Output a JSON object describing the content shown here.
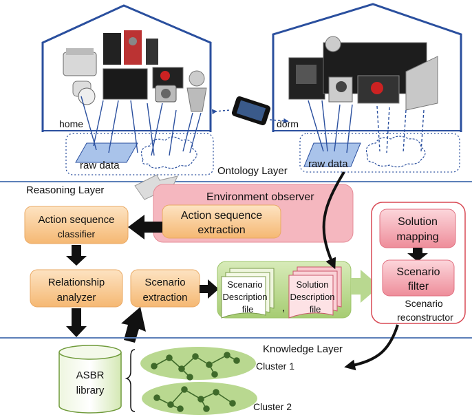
{
  "labels": {
    "home": "home",
    "dorm": "dorm",
    "raw_data_home": "raw data",
    "raw_data_dorm": "raw data",
    "ontology_layer": "Ontology Layer",
    "reasoning_layer": "Reasoning Layer",
    "knowledge_layer": "Knowledge Layer",
    "environment_observer": "Environment observer",
    "action_seq_extraction_line1": "Action sequence",
    "action_seq_extraction_line2": "extraction",
    "action_seq_classifier_line1": "Action sequence",
    "action_seq_classifier_line2": "classifier",
    "relationship_analyzer_line1": "Relationship",
    "relationship_analyzer_line2": "analyzer",
    "scenario_extraction_line1": "Scenario",
    "scenario_extraction_line2": "extraction",
    "scenario_desc_line1": "Scenario",
    "scenario_desc_line2": "Description",
    "scenario_desc_line3": "file",
    "comma": ",",
    "solution_desc_line1": "Solution",
    "solution_desc_line2": "Description",
    "solution_desc_line3": "file",
    "solution_mapping_line1": "Solution",
    "solution_mapping_line2": "mapping",
    "scenario_filter_line1": "Scenario",
    "scenario_filter_line2": "filter",
    "scenario_reconstructor_line1": "Scenario",
    "scenario_reconstructor_line2": "reconstructor",
    "asbr_line1": "ASBR",
    "asbr_line2": "library",
    "cluster1": "Cluster 1",
    "cluster2": "Cluster 2"
  },
  "colors": {
    "house_line": "#2a4f9e",
    "layer_line": "#5b7fb8",
    "orange_box": "#f6c98f",
    "pink_box": "#f3a2ad",
    "pink_light": "#f7c9cf",
    "green_box": "#b8d68a",
    "green_ellipse": "#b9d890",
    "arrow": "#111111"
  }
}
